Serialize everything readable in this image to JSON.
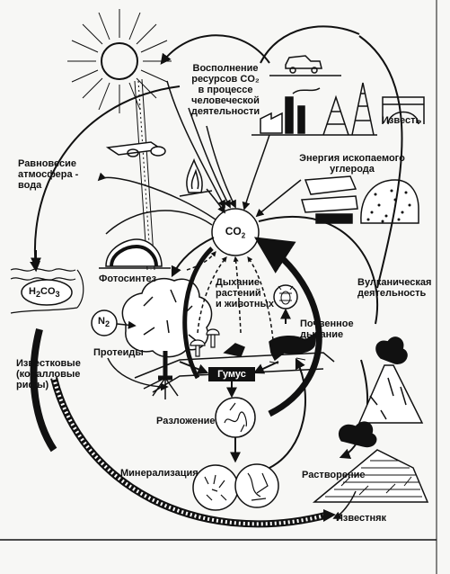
{
  "labels": {
    "replenish": "Восполнение\nресурсов CO₂\nв процессе\nчеловеческой\nдеятельности",
    "lime": "Известь",
    "fossil": "Энергия ископаемого\nуглерода",
    "equilibrium": "Равновесие\nатмосфера -\nвода",
    "photosynthesis": "Фотосинтез",
    "respiration": "Дыхание\nрастений\nи животных",
    "volcanic": "Вулканическая\nдеятельность",
    "proteids": "Протеиды",
    "soil_respiration": "Почвенное\nдыхание",
    "limestone_reefs": "Известковые\n(коралловые\nрифы)",
    "decomposition": "Разложение",
    "mineralization": "Минерализация",
    "dissolution": "Растворение",
    "limestone": "Известняк"
  },
  "nodes": {
    "co2_main": "CO",
    "co2_main_sub": "2",
    "carbonic_acid": "H",
    "carbonic_acid_sub1": "2",
    "carbonic_acid_mid": "CO",
    "carbonic_acid_sub2": "3",
    "nitrogen": "N",
    "nitrogen_sub": "2",
    "humus": "Гумус"
  },
  "colors": {
    "ink": "#111111",
    "paper": "#f7f7f5"
  }
}
